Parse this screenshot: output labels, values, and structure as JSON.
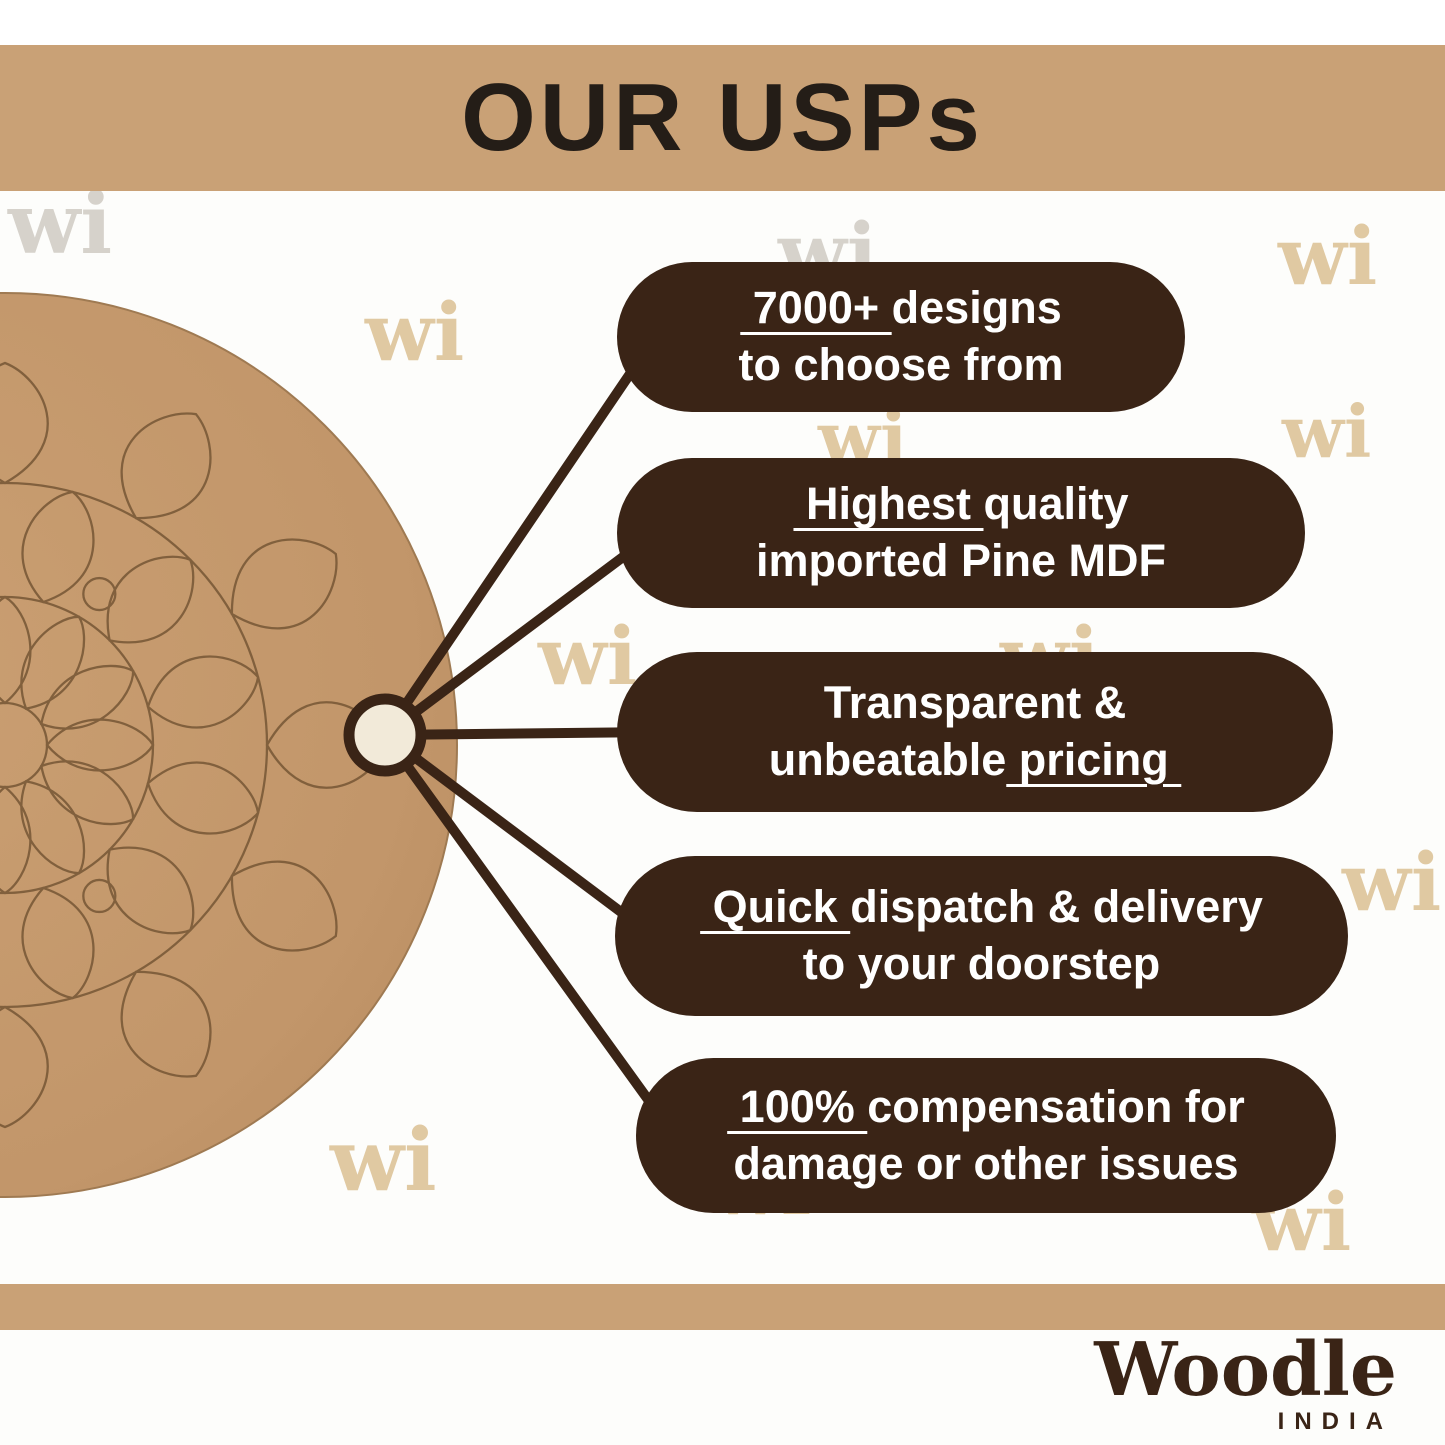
{
  "header": {
    "title": "OUR USPs"
  },
  "watermark": {
    "text": "wi"
  },
  "usps": [
    {
      "line1": [
        {
          "t": " 7000+ ",
          "u": true
        },
        {
          "t": "designs",
          "u": false
        }
      ],
      "line2": [
        {
          "t": "to choose from",
          "u": false
        }
      ]
    },
    {
      "line1": [
        {
          "t": " Highest ",
          "u": true
        },
        {
          "t": "quality",
          "u": false
        }
      ],
      "line2": [
        {
          "t": "imported Pine MDF",
          "u": false
        }
      ]
    },
    {
      "line1": [
        {
          "t": "Transparent &",
          "u": false
        }
      ],
      "line2": [
        {
          "t": "unbeatable",
          "u": false
        },
        {
          "t": " pricing ",
          "u": true
        }
      ]
    },
    {
      "line1": [
        {
          "t": " Quick ",
          "u": true
        },
        {
          "t": "dispatch & delivery",
          "u": false
        }
      ],
      "line2": [
        {
          "t": "to your doorstep",
          "u": false
        }
      ]
    },
    {
      "line1": [
        {
          "t": " 100% ",
          "u": true
        },
        {
          "t": "compensation for",
          "u": false
        }
      ],
      "line2": [
        {
          "t": "damage or other issues",
          "u": false
        }
      ]
    }
  ],
  "footer": {
    "brand": "Woodle",
    "country": "INDIA"
  },
  "colors": {
    "banner": "#c9a176",
    "pill": "#3a2416",
    "line": "#3a2416",
    "wood": "#c49a6b",
    "mandala_line": "#7a5a38",
    "hub_fill": "#f2ead9",
    "title_text": "#241d17",
    "watermark_gray": "#d6d2cb",
    "watermark_tan": "#e0c9a2",
    "pill_text": "#ffffff"
  }
}
